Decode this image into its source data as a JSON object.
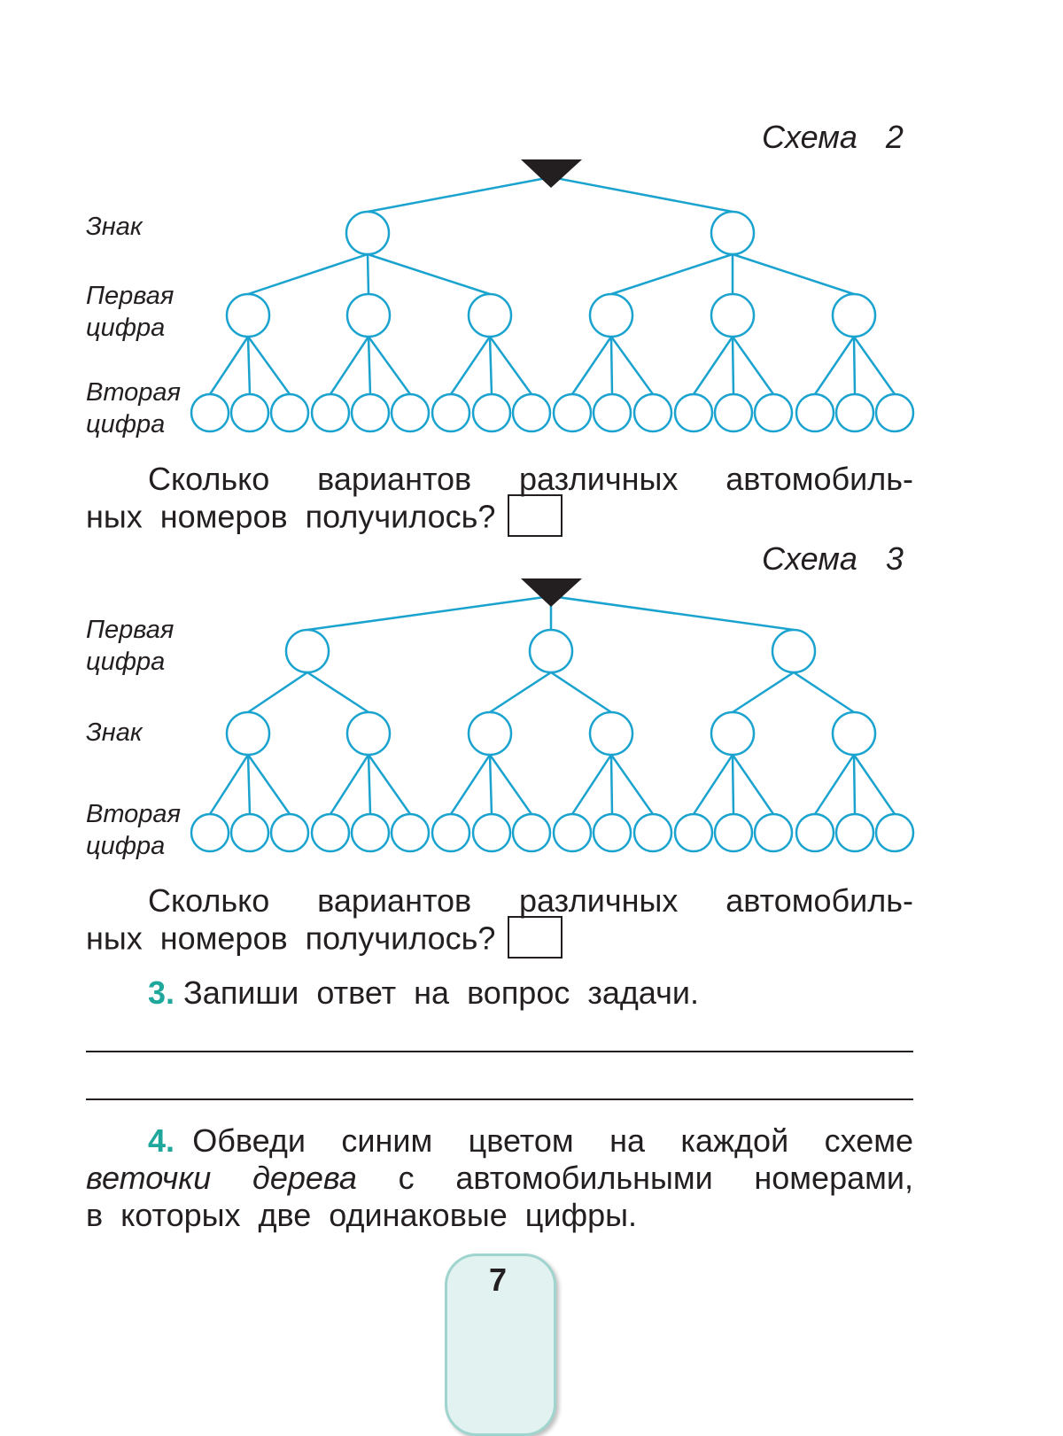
{
  "scheme2": {
    "title": "Схема 2",
    "labels": [
      "Знак",
      "Первая\nцифра",
      "Вторая\nцифра"
    ],
    "question_line1": [
      "Сколько",
      "вариантов",
      "различных",
      "автомобиль-"
    ],
    "question_line2": "ных  номеров  получилось?",
    "answer_value": ""
  },
  "scheme3": {
    "title": "Схема 3",
    "labels": [
      "Первая\nцифра",
      "Знак",
      "Вторая\nцифра"
    ],
    "question_line1": [
      "Сколько",
      "вариантов",
      "различных",
      "автомобиль-"
    ],
    "question_line2": "ных  номеров  получилось?",
    "answer_value": ""
  },
  "task3": {
    "number": "3.",
    "text": "Запиши  ответ  на  вопрос  задачи."
  },
  "task4": {
    "number": "4.",
    "line1": "Обведи  синим  цветом  на  каждой  схеме",
    "line2_italic": "веточки  дерева",
    "line2_rest": "с  автомобильными  номерами,",
    "line3": "в  которых  две  одинаковые  цифры."
  },
  "page": {
    "number": "7"
  },
  "colors": {
    "tree": "#1ba3cf",
    "accent": "#1fa79c",
    "text": "#231f20",
    "tab_fill": "#e2f2f0",
    "tab_border": "#9fd4cf"
  }
}
